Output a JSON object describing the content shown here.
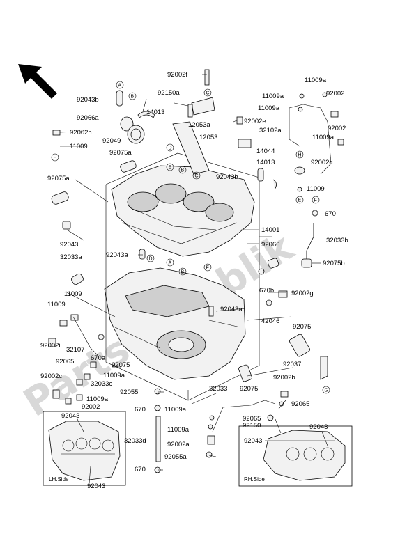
{
  "watermark": "PartsRepublik",
  "labels": {
    "p92002f": "92002f",
    "p11009a_1": "11009a",
    "p92150a": "92150a",
    "p11009a_2": "11009a",
    "p92002_1": "92002",
    "p92043b_1": "92043b",
    "p14013_1": "14013",
    "p11009a_3": "11009a",
    "p92066a": "92066a",
    "p12053a": "12053a",
    "p92002e": "92002e",
    "p32102a": "32102a",
    "p92002_2": "92002",
    "p92002h": "92002h",
    "p92049": "92049",
    "p12053": "12053",
    "p11009a_4": "11009a",
    "p11009_1": "11009",
    "p92075a_1": "92075a",
    "p14044": "14044",
    "p14013_2": "14013",
    "p92002d": "92002d",
    "p92043b_2": "92043b",
    "p92075a_2": "92075a",
    "p11009_2": "11009",
    "p670_1": "670",
    "p14001": "14001",
    "p92043_1": "92043",
    "p32033b": "32033b",
    "p92066": "92066",
    "p92043a_1": "92043a",
    "p32033a": "32033a",
    "p92075b": "92075b",
    "p11009_3": "11009",
    "p670b": "670b",
    "p11009_4": "11009",
    "p92002g": "92002g",
    "p92043a_2": "92043a",
    "p42046": "42046",
    "p92002i": "92002i",
    "p92075_1": "92075",
    "p32107": "32107",
    "p670a": "670a",
    "p92065_1": "92065",
    "p92075_2": "92075",
    "p92037": "92037",
    "p11009a_5": "11009a",
    "p92002c": "92002c",
    "p32033c": "32033c",
    "p92002b": "92002b",
    "p92055": "92055",
    "p32033": "32033",
    "p92075_3": "92075",
    "p11009a_6": "11009a",
    "p92065_2": "92065",
    "p92002_3": "92002",
    "p670_2": "670",
    "p11009a_7": "11009a",
    "p92043_2": "92043",
    "p92065_3": "92065",
    "p11009a_8": "11009a",
    "p92150": "92150",
    "p92043_3": "92043",
    "p32033d": "32033d",
    "p92002a": "92002a",
    "p92043_4": "92043",
    "p92055a": "92055a",
    "p670_3": "670",
    "p92043_5": "92043"
  },
  "insets": {
    "left_side": "LH.Side",
    "right_side": "RH.Side"
  },
  "callouts": [
    "A",
    "B",
    "C",
    "D",
    "E",
    "F",
    "G",
    "H"
  ]
}
